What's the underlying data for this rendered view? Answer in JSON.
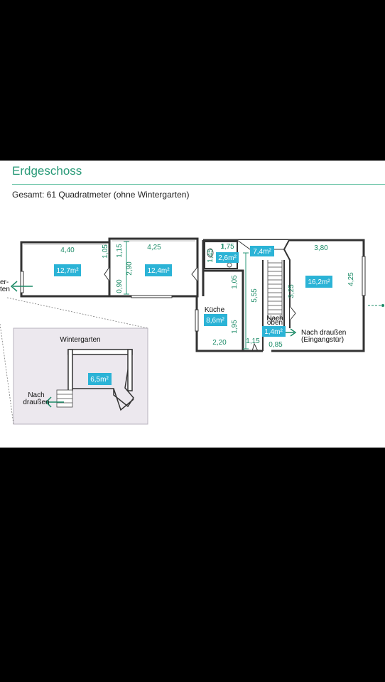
{
  "header": {
    "title": "Erdgeschoss",
    "subtitle": "Gesamt: 61 Quadratmeter (ohne Wintergarten)"
  },
  "rooms": {
    "room1_area": "12,7m²",
    "room2_area": "12,4m²",
    "bath_area": "2,6m²",
    "hall_area": "7,4m²",
    "kitchen_label": "Küche",
    "kitchen_area": "8,6m²",
    "living_area": "16,2m²",
    "entry_area": "1,4m²",
    "wintergarten_label": "Wintergarten",
    "wintergarten_area": "6,5m²"
  },
  "dimensions": {
    "d_440": "4,40",
    "d_105a": "1,05",
    "d_115": "1,15",
    "d_425a": "4,25",
    "d_290": "2,90",
    "d_090": "0,90",
    "d_175": "1,75",
    "d_145": "1,45",
    "d_380": "3,80",
    "d_105b": "1,05",
    "d_555": "5,55",
    "d_325": "3,25",
    "d_425b": "4,25",
    "d_195": "1,95",
    "d_220": "2,20",
    "d_115b": "1,15",
    "d_085": "0,85"
  },
  "labels": {
    "left_edge_1": "er-",
    "left_edge_2": "ten",
    "stair_1": "Nach",
    "stair_2": "oben",
    "exit_1": "Nach draußen",
    "exit_2": "(Eingangstür)",
    "wg_exit_1": "Nach",
    "wg_exit_2": "draußen"
  },
  "colors": {
    "title": "#2a9a78",
    "dimension": "#1a8a66",
    "area_badge": "#2bb3d6",
    "wall": "#333333"
  }
}
